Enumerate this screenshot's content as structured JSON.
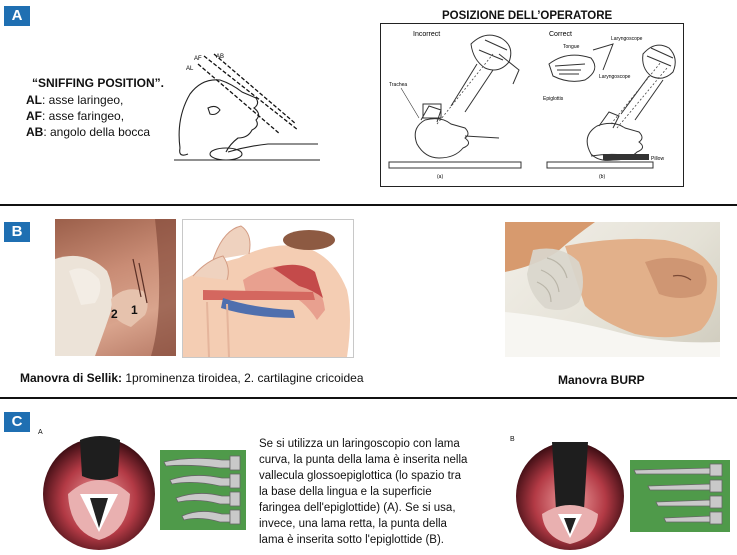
{
  "sectionA": {
    "badge": "A",
    "sniffing": {
      "title": "“SNIFFING POSITION”.",
      "lines": [
        {
          "abbr": "AL",
          "text": ": asse laringeo,"
        },
        {
          "abbr": "AF",
          "text": ": asse faringeo,"
        },
        {
          "abbr": "AB",
          "text": ": angolo della bocca"
        }
      ],
      "fig_labels": {
        "af": "AF",
        "ab": "AB",
        "al": "AL"
      }
    },
    "operator": {
      "title": "POSIZIONE DELL’OPERATORE",
      "incorrect": "Incorrect",
      "correct": "Correct",
      "labels": {
        "trachea": "Trachea",
        "tongue": "Tongue",
        "laryngoscope": "Laryngoscope",
        "laryngoscope2": "Laryngoscope",
        "epiglottis": "Epiglottis",
        "pillow": "Pillow",
        "panel_a": "(a)",
        "panel_b": "(b)"
      }
    }
  },
  "sectionB": {
    "badge": "B",
    "sellik_labels": {
      "one": "1",
      "two": "2"
    },
    "sellik_caption_bold": "Manovra di Sellik:",
    "sellik_caption": " 1prominenza tiroidea, 2. cartilagine cricoidea",
    "burp_caption": "Manovra BURP"
  },
  "sectionC": {
    "badge": "C",
    "left_label": "A",
    "right_label": "B",
    "paragraph": [
      "Se si utilizza un laringoscopio con lama",
      "curva, la punta della lama è inserita nella",
      "vallecula glossoepiglottica (lo spazio tra",
      "la base della lingua e la superficie",
      "faringea dell'epiglottide) (A). Se si usa,",
      "invece, una lama retta, la punta della",
      "lama è inserita sotto l'epiglottide (B)."
    ]
  },
  "colors": {
    "badge": "#1f6fb2",
    "rule": "#111111",
    "skin": "#e8b89a",
    "tray_green": "#4f9a4a"
  }
}
